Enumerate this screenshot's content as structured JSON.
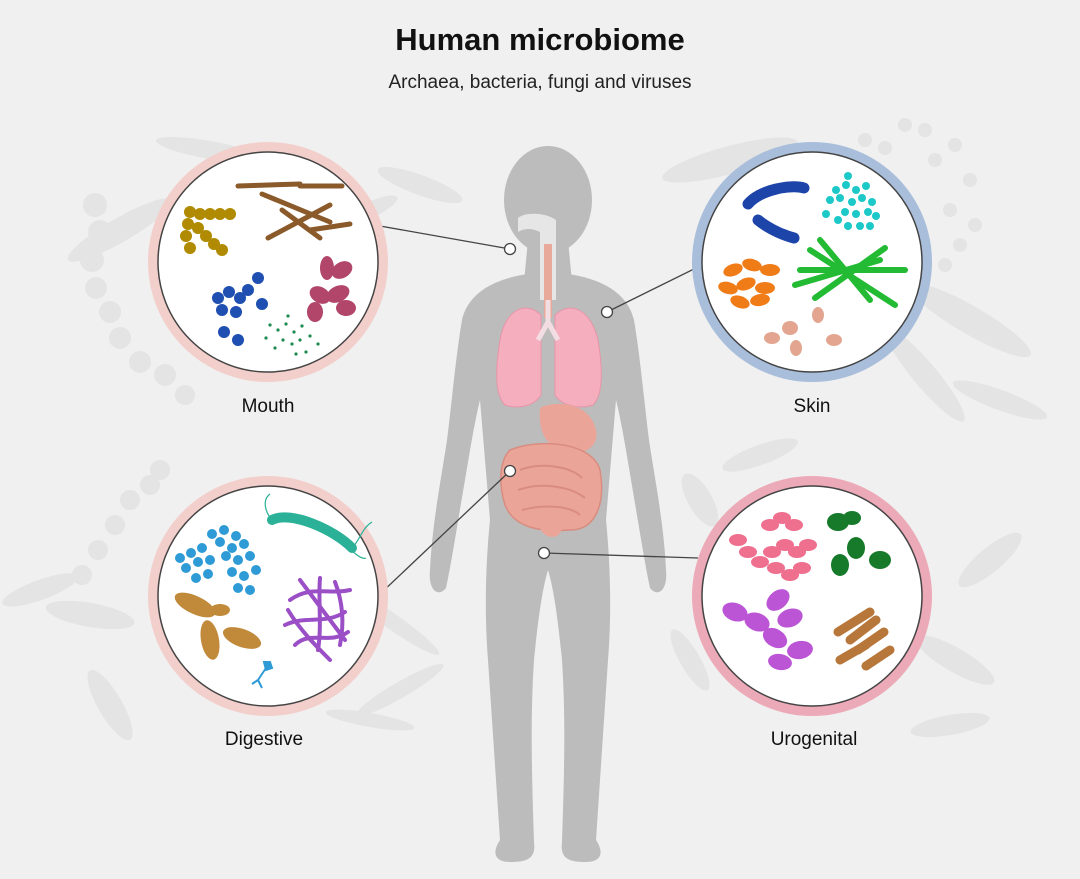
{
  "title": "Human microbiome",
  "subtitle": "Archaea, bacteria, fungi and viruses",
  "regions": {
    "mouth": "Mouth",
    "skin": "Skin",
    "digestive": "Digestive",
    "urogenital": "Urogenital"
  },
  "colors": {
    "background": "#f0f0f0",
    "body_silhouette": "#bcbcbc",
    "mouth_ring": "#f3cfcb",
    "skin_ring": "#a9bedb",
    "digestive_ring": "#f3cfcb",
    "urogenital_ring": "#ecaab8",
    "lungs": "#f4aebe",
    "digestive_tract": "#eaa598"
  }
}
